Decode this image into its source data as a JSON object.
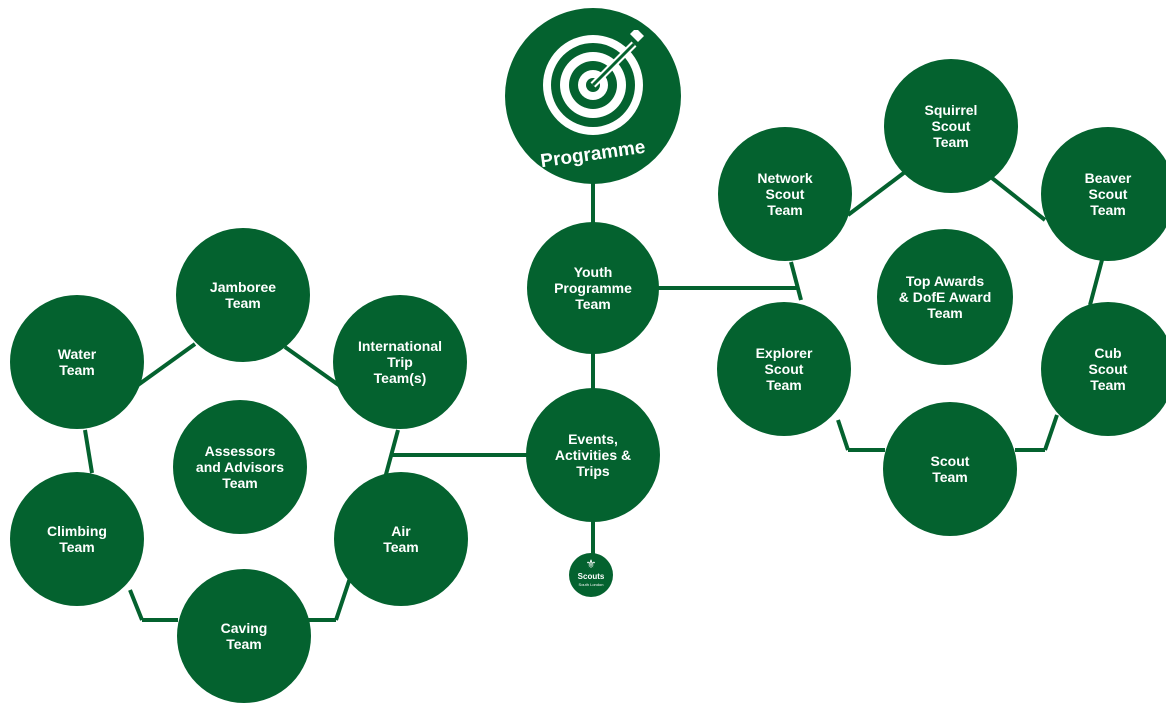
{
  "hub": {
    "label": "Programme",
    "icon": "target-with-arrow-icon"
  },
  "nodes": {
    "youth_programme": "Youth\nProgramme\nTeam",
    "events": "Events,\nActivities &\nTrips",
    "squirrel": "Squirrel\nScout\nTeam",
    "network": "Network\nScout\nTeam",
    "beaver": "Beaver\nScout\nTeam",
    "top_awards": "Top Awards\n& DofE Award\nTeam",
    "explorer": "Explorer\nScout\nTeam",
    "cub": "Cub\nScout\nTeam",
    "scout": "Scout\nTeam",
    "jamboree": "Jamboree\nTeam",
    "water": "Water\nTeam",
    "international": "International\nTrip\nTeam(s)",
    "assessors": "Assessors\nand Advisors\nTeam",
    "climbing": "Climbing\nTeam",
    "air": "Air\nTeam",
    "caving": "Caving\nTeam"
  },
  "logo": {
    "brand": "Scouts",
    "sub": "South London",
    "icon": "fleur-de-lis-icon"
  },
  "colors": {
    "node_fill": "#04622f",
    "text": "#ffffff",
    "background": "#ffffff"
  }
}
